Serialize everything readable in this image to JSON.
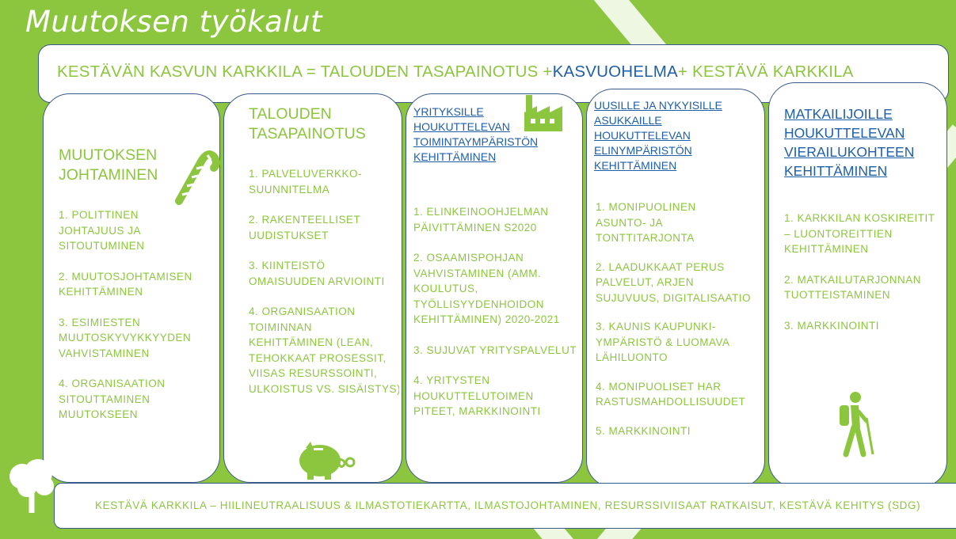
{
  "title": "Muutoksen työkalut",
  "banner": {
    "part1": "KESTÄVÄN KASVUN KARKKILA = TALOUDEN TASAPAINOTUS +",
    "part2": "KASVUOHELMA",
    "part3": "+ KESTÄVÄ KARKKILA"
  },
  "columns": [
    {
      "heading": [
        "MUUTOKSEN",
        "JOHTAMINEN"
      ],
      "items": [
        [
          "1. POLITTINEN",
          "JOHTAJUUS JA",
          "SITOUTUMINEN"
        ],
        [
          "2. MUUTOSJOHTAMISEN",
          "KEHITTÄMINEN"
        ],
        [
          "3. ESIMIESTEN",
          "MUUTOSKYVYKKYYDEN",
          "VAHVISTAMINEN"
        ],
        [
          "4. ORGANISAATION",
          "SITOUTTAMINEN",
          "MUUTOKSEEN"
        ]
      ]
    },
    {
      "heading": [
        "TALOUDEN",
        "TASAPAINOTUS"
      ],
      "items": [
        [
          "1. PALVELUVERKKO-",
          "SUUNNITELMA"
        ],
        [
          "2. RAKENTEELLISET",
          "UUDISTUKSET"
        ],
        [
          "3. KIINTEISTÖ",
          "OMAISUUDEN ARVIOINTI"
        ],
        [
          "4. ORGANISAATION",
          "TOIMINNAN",
          "KEHITTÄMINEN (LEAN,",
          "TEHOKKAAT PROSESSIT,",
          "VIISAS RESURSSOINTI,",
          "ULKOISTUS VS. SISÄISTYS)"
        ]
      ]
    },
    {
      "heading": [
        "YRITYKSILLE",
        "HOUKUTTELEVAN",
        "TOIMINTAYMPÄRISTÖN",
        "KEHITTÄMINEN"
      ],
      "items": [
        [
          "1. ELINKEINOOHJELMAN",
          "PÄIVITTÄMINEN S2020"
        ],
        [
          "2. OSAAMISPOHJAN",
          "VAHVISTAMINEN (AMM.",
          "KOULUTUS,",
          "TYÖLLISYYDENHOIDON",
          "KEHITTÄMINEN) 2020-2021"
        ],
        [
          "3. SUJUVAT YRITYSPALVELUT"
        ],
        [
          "4. YRITYSTEN",
          "HOUKUTTELUTOIMEN",
          "PITEET, MARKKINOINTI"
        ]
      ]
    },
    {
      "heading": [
        "UUSILLE JA NYKYISILLE",
        "ASUKKAILLE",
        "HOUKUTTELEVAN",
        "ELINYMPÄRISTÖN",
        "KEHITTÄMINEN"
      ],
      "items": [
        [
          "1. MONIPUOLINEN",
          "ASUNTO- JA",
          "TONTTITARJONTA"
        ],
        [
          "2. LAADUKKAAT PERUS",
          "PALVELUT, ARJEN",
          "SUJUVUUS, DIGITALISAATIO"
        ],
        [
          "3. KAUNIS KAUPUNKI-",
          "YMPÄRISTÖ & LUOMAVA",
          "LÄHILUONTO"
        ],
        [
          "4. MONIPUOLISET HAR",
          "RASTUSMAHDOLLISUUDET"
        ],
        [
          "5. MARKKINOINTI"
        ]
      ]
    },
    {
      "heading": [
        "MATKAILIJOILLE",
        "HOUKUTTELEVAN",
        "VIERAILUKOHTEEN",
        "KEHITTÄMINEN"
      ],
      "items": [
        [
          "1. KARKKILAN KOSKIREITIT",
          "– LUONTOREITTIEN",
          "KEHITTÄMINEN"
        ],
        [
          "2. MATKAILUTARJONNAN",
          "TUOTTEISTAMINEN"
        ],
        [
          "3. MARKKINOINTI"
        ]
      ]
    }
  ],
  "footer": "KESTÄVÄ KARKKILA – HIILINEUTRAALISUUS & ILMASTOTIEKARTTA, ILMASTOJOHTAMINEN, RESURSSIVIISAAT RATKAISUT, KESTÄVÄ KEHITYS (SDG)",
  "colors": {
    "green": "#8cc63f",
    "blue": "#1f5fa8",
    "border": "#3a5a8a"
  },
  "icons": [
    "candy-cane-icon",
    "piggy-bank-icon",
    "factory-icon",
    "hiker-icon",
    "tree-icon"
  ]
}
